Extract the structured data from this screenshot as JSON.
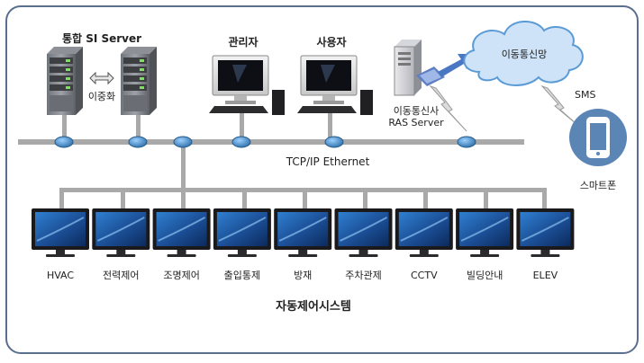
{
  "servers": {
    "title": "통합 SI Server",
    "redundancy_label": "이중화"
  },
  "admin_label": "관리자",
  "user_label": "사용자",
  "ras": {
    "line1": "이동통신사",
    "line2": "RAS Server"
  },
  "mobile_network_label": "이동통신망",
  "sms_label": "SMS",
  "smartphone_label": "스마트폰",
  "network_label": "TCP/IP Ethernet",
  "subsystems": [
    "HVAC",
    "전력제어",
    "조명제어",
    "출입통제",
    "방재",
    "주차관제",
    "CCTV",
    "빌딩안내",
    "ELEV"
  ],
  "footer_title": "자동제어시스템",
  "colors": {
    "frame": "#5a6f8e",
    "bus": "#a9a9a9",
    "cloud_fill": "#cfe3f8",
    "cloud_stroke": "#5b9bd5",
    "arrow": "#4a77c4",
    "phone_circle": "#5a85b5",
    "router": "#3d7ab5"
  }
}
